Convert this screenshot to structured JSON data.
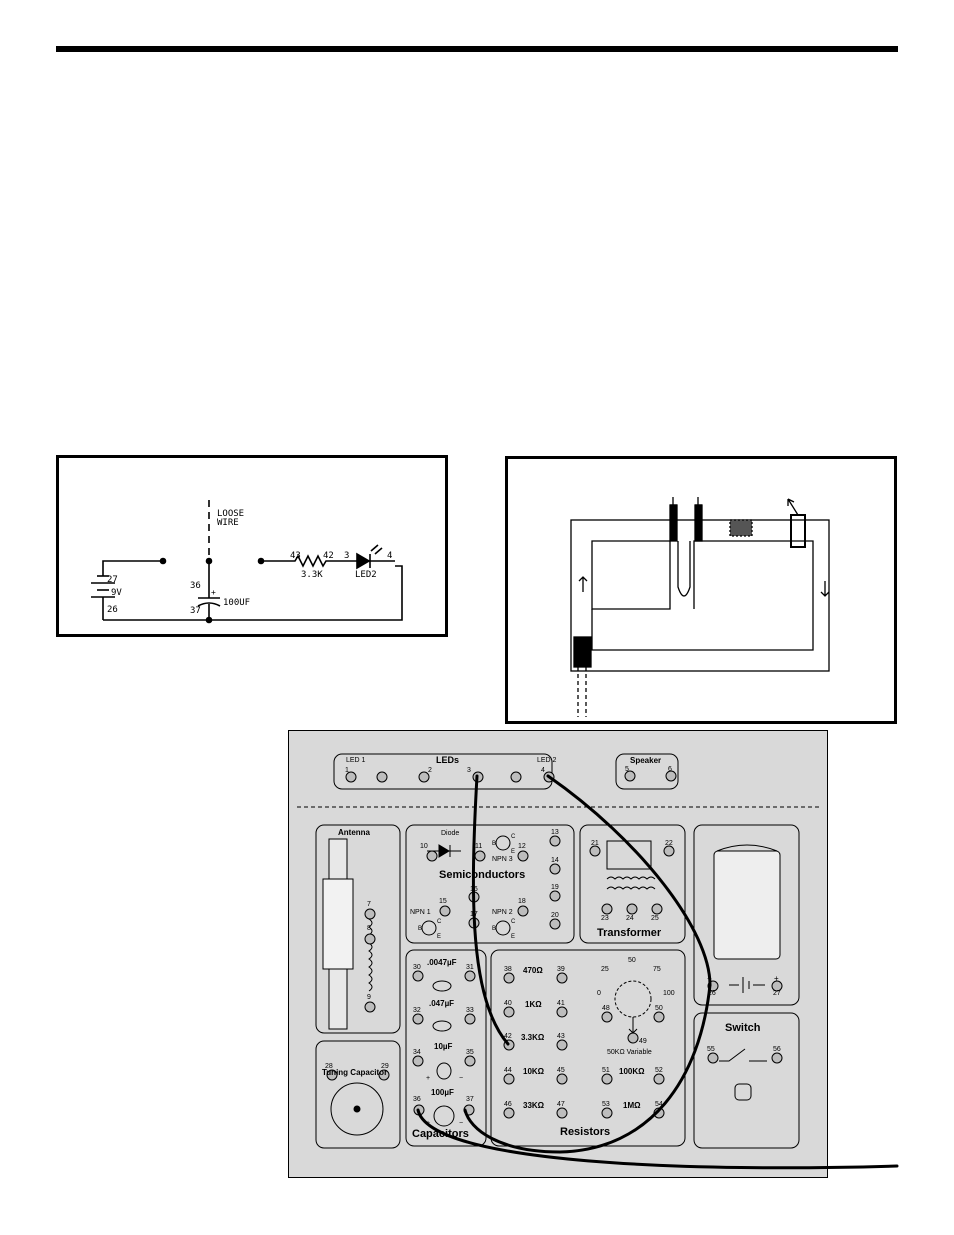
{
  "schematic": {
    "loose_wire_line1": "LOOSE",
    "loose_wire_line2": "WIRE",
    "battery_top_terminal": "27",
    "battery_value": "9V",
    "battery_bottom_terminal": "26",
    "cap_top_terminal": "36",
    "cap_bottom_terminal": "37",
    "cap_polarity": "+",
    "cap_value": "100UF",
    "res_left_terminal": "43",
    "res_right_terminal": "42",
    "res_value": "3.3K",
    "led_terminal_left": "3",
    "led_terminal_right": "4",
    "led_label": "LED2"
  },
  "board": {
    "leds": {
      "title": "LEDs",
      "led1": "LED 1",
      "led2": "LED 2",
      "t1": "1",
      "t2": "2",
      "t3": "3",
      "t4": "4"
    },
    "speaker": {
      "title": "Speaker",
      "t5": "5",
      "t6": "6"
    },
    "antenna": {
      "title": "Antenna",
      "t7": "7",
      "t8": "8",
      "t9": "9"
    },
    "semiconductors": {
      "title": "Semiconductors",
      "diode": "Diode",
      "t10": "10",
      "t11": "11",
      "t12": "12",
      "t13": "13",
      "t14": "14",
      "t15": "15",
      "t16": "16",
      "t17": "17",
      "t18": "18",
      "t19": "19",
      "t20": "20",
      "npn1": "NPN 1",
      "npn2": "NPN 2",
      "npn3": "NPN 3",
      "b": "B",
      "c": "C",
      "e": "E"
    },
    "transformer": {
      "title": "Transformer",
      "t21": "21",
      "t22": "22",
      "t23": "23",
      "t24": "24",
      "t25": "25"
    },
    "battery": {
      "t26": "26",
      "t27": "27",
      "minus": "−",
      "plus": "+"
    },
    "capacitors": {
      "title": "Capacitors",
      "c1": ".0047µF",
      "c2": ".047µF",
      "c3": "10µF",
      "c4": "100µF",
      "t30": "30",
      "t31": "31",
      "t32": "32",
      "t33": "33",
      "t34": "34",
      "t35": "35",
      "t36": "36",
      "t37": "37",
      "plus": "+",
      "minus": "−"
    },
    "tuning": {
      "title": "Tuning Capacitor",
      "t28": "28",
      "t29": "29"
    },
    "resistors": {
      "title": "Resistors",
      "r1": "470Ω",
      "r2": "1KΩ",
      "r3": "3.3KΩ",
      "r4": "10KΩ",
      "r5": "33KΩ",
      "r6": "100KΩ",
      "r7": "1MΩ",
      "t38": "38",
      "t39": "39",
      "t40": "40",
      "t41": "41",
      "t42": "42",
      "t43": "43",
      "t44": "44",
      "t45": "45",
      "t46": "46",
      "t47": "47",
      "t51": "51",
      "t52": "52",
      "t53": "53",
      "t54": "54"
    },
    "variable": {
      "title": "50KΩ Variable",
      "s0": "0",
      "s25": "25",
      "s50": "50",
      "s75": "75",
      "s100": "100",
      "t48": "48",
      "t49": "49",
      "t50": "50"
    },
    "switch": {
      "title": "Switch",
      "t55": "55",
      "t56": "56"
    }
  },
  "colors": {
    "board": "#d9d9d9",
    "ink": "#000000"
  }
}
